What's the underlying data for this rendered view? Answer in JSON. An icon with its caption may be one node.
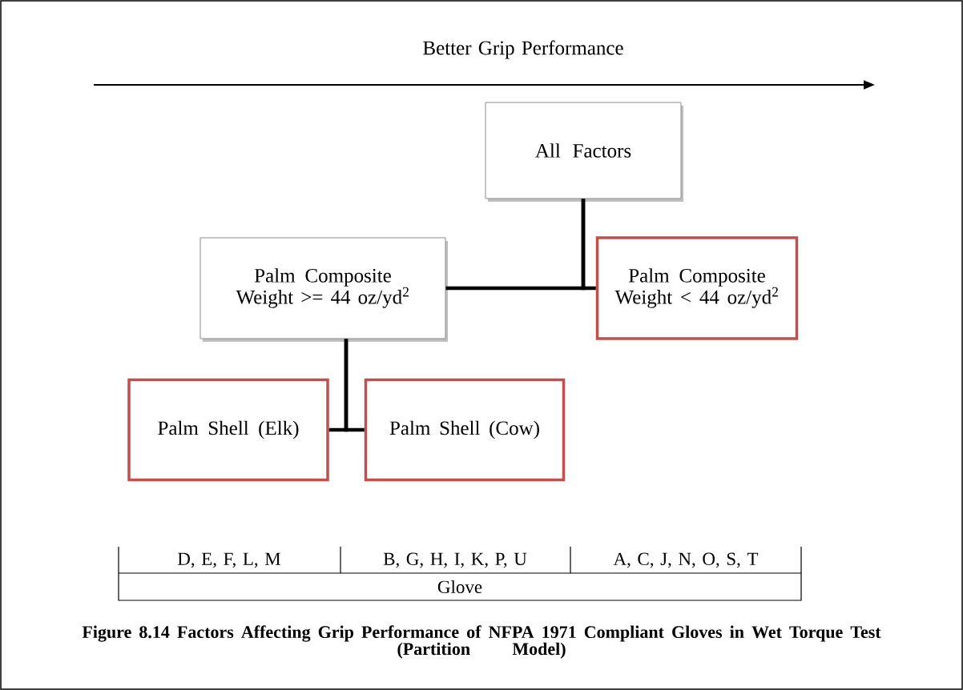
{
  "diagram": {
    "caption": "Figure 8.14 Factors Affecting Grip Performance of NFPA 1971 Compliant Gloves in Wet Torque Test (Partition Model)",
    "nodes": [
      {
        "text": [
          "All Factors"
        ]
      },
      {
        "text": [
          "Palm Composite Weight >= 44 oz/yd$^{2}$"
        ]
      },
      {
        "text": [
          "Palm Composite Weight < 44 oz/yd$^{2}$"
        ]
      },
      {
        "text": [
          "Palm Shell (Elk)"
        ]
      },
      {
        "text": [
          "Palm Shell (Cow)"
        ]
      }
    ],
    "edges": [
      {
        "from": 0,
        "to": 1,
        "arrow": "none"
      },
      {
        "from": 0,
        "to": 2,
        "arrow": "none"
      },
      {
        "from": 1,
        "to": 3,
        "arrow": "none"
      },
      {
        "from": 1,
        "to": 4,
        "arrow": "none"
      }
    ],
    "labels": [
      "Better Grip Performance",
      "D, E, F, L, M",
      "B, G, H, I, K, P, U",
      "A, C, J, N, O, S, T",
      "Glove"
    ]
  }
}
